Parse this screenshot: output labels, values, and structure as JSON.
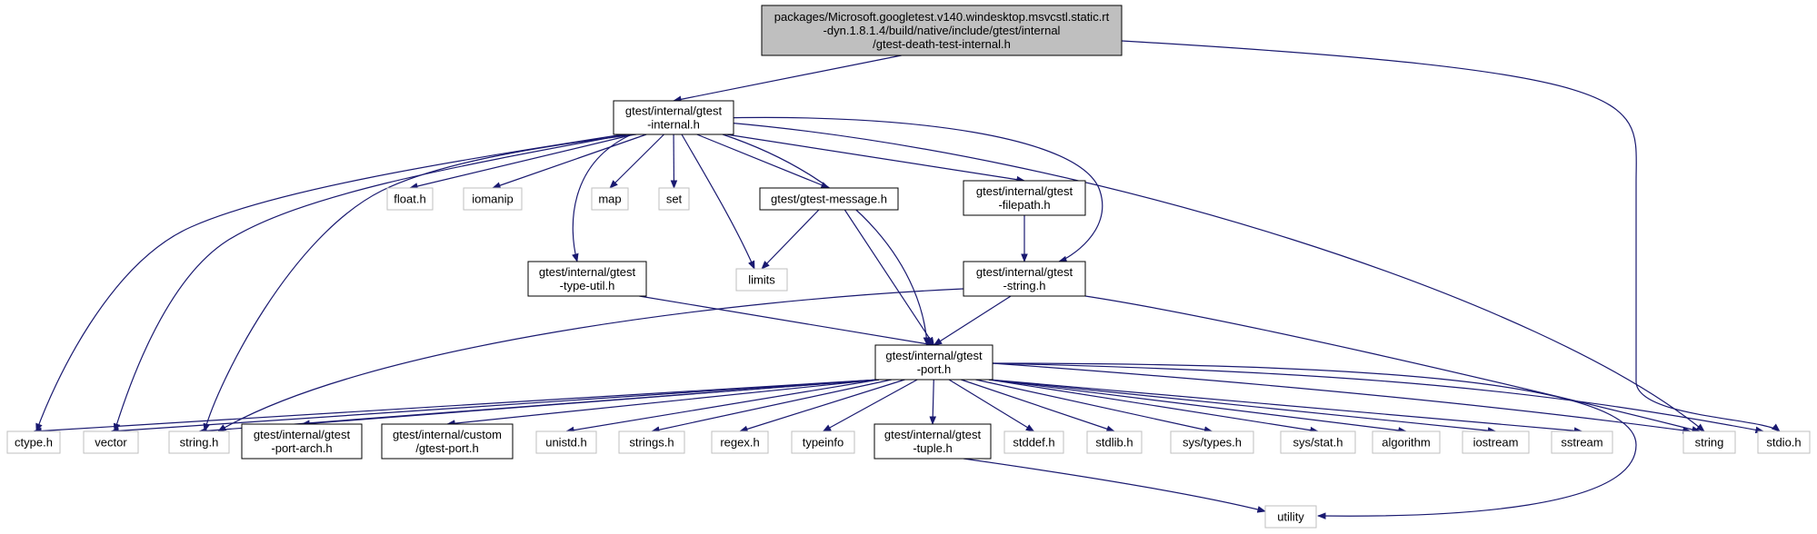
{
  "colors": {
    "root_fill": "#bfbfbf",
    "node_fill": "#ffffff",
    "node_border": "#000000",
    "external_border": "#bfbfbf",
    "edge": "#191970"
  },
  "nodes": {
    "root": {
      "lines": [
        "packages/Microsoft.googletest.v140.windesktop.msvcstl.static.rt",
        "-dyn.1.8.1.4/build/native/include/gtest/internal",
        "/gtest-death-test-internal.h"
      ],
      "kind": "root"
    },
    "internal": {
      "lines": [
        "gtest/internal/gtest",
        "-internal.h"
      ],
      "kind": "header"
    },
    "float": {
      "lines": [
        "float.h"
      ],
      "kind": "external"
    },
    "iomanip": {
      "lines": [
        "iomanip"
      ],
      "kind": "external"
    },
    "map": {
      "lines": [
        "map"
      ],
      "kind": "external"
    },
    "set": {
      "lines": [
        "set"
      ],
      "kind": "external"
    },
    "message": {
      "lines": [
        "gtest/gtest-message.h"
      ],
      "kind": "header"
    },
    "filepath": {
      "lines": [
        "gtest/internal/gtest",
        "-filepath.h"
      ],
      "kind": "header"
    },
    "limits": {
      "lines": [
        "limits"
      ],
      "kind": "external"
    },
    "typeutil": {
      "lines": [
        "gtest/internal/gtest",
        "-type-util.h"
      ],
      "kind": "header"
    },
    "gstring": {
      "lines": [
        "gtest/internal/gtest",
        "-string.h"
      ],
      "kind": "header"
    },
    "port": {
      "lines": [
        "gtest/internal/gtest",
        "-port.h"
      ],
      "kind": "header"
    },
    "ctype": {
      "lines": [
        "ctype.h"
      ],
      "kind": "external"
    },
    "vector": {
      "lines": [
        "vector"
      ],
      "kind": "external"
    },
    "stringh": {
      "lines": [
        "string.h"
      ],
      "kind": "external"
    },
    "portarch": {
      "lines": [
        "gtest/internal/gtest",
        "-port-arch.h"
      ],
      "kind": "header"
    },
    "custom": {
      "lines": [
        "gtest/internal/custom",
        "/gtest-port.h"
      ],
      "kind": "header"
    },
    "unistd": {
      "lines": [
        "unistd.h"
      ],
      "kind": "external"
    },
    "strings": {
      "lines": [
        "strings.h"
      ],
      "kind": "external"
    },
    "regex": {
      "lines": [
        "regex.h"
      ],
      "kind": "external"
    },
    "typeinfo": {
      "lines": [
        "typeinfo"
      ],
      "kind": "external"
    },
    "tuple": {
      "lines": [
        "gtest/internal/gtest",
        "-tuple.h"
      ],
      "kind": "header"
    },
    "stddef": {
      "lines": [
        "stddef.h"
      ],
      "kind": "external"
    },
    "stdlib": {
      "lines": [
        "stdlib.h"
      ],
      "kind": "external"
    },
    "systypes": {
      "lines": [
        "sys/types.h"
      ],
      "kind": "external"
    },
    "sysstat": {
      "lines": [
        "sys/stat.h"
      ],
      "kind": "external"
    },
    "algorithm": {
      "lines": [
        "algorithm"
      ],
      "kind": "external"
    },
    "iostream": {
      "lines": [
        "iostream"
      ],
      "kind": "external"
    },
    "sstream": {
      "lines": [
        "sstream"
      ],
      "kind": "external"
    },
    "string": {
      "lines": [
        "string"
      ],
      "kind": "external"
    },
    "stdio": {
      "lines": [
        "stdio.h"
      ],
      "kind": "external"
    },
    "utility": {
      "lines": [
        "utility"
      ],
      "kind": "external"
    }
  },
  "edges": [
    [
      "root",
      "internal"
    ],
    [
      "root",
      "stdio"
    ],
    [
      "internal",
      "float"
    ],
    [
      "internal",
      "iomanip"
    ],
    [
      "internal",
      "map"
    ],
    [
      "internal",
      "set"
    ],
    [
      "internal",
      "message"
    ],
    [
      "internal",
      "filepath"
    ],
    [
      "internal",
      "limits"
    ],
    [
      "internal",
      "typeutil"
    ],
    [
      "internal",
      "gstring"
    ],
    [
      "internal",
      "port"
    ],
    [
      "internal",
      "ctype"
    ],
    [
      "internal",
      "vector"
    ],
    [
      "internal",
      "stringh"
    ],
    [
      "internal",
      "string"
    ],
    [
      "message",
      "limits"
    ],
    [
      "message",
      "port"
    ],
    [
      "filepath",
      "gstring"
    ],
    [
      "typeutil",
      "port"
    ],
    [
      "gstring",
      "port"
    ],
    [
      "gstring",
      "stringh"
    ],
    [
      "gstring",
      "string"
    ],
    [
      "port",
      "ctype"
    ],
    [
      "port",
      "vector"
    ],
    [
      "port",
      "stringh"
    ],
    [
      "port",
      "portarch"
    ],
    [
      "port",
      "custom"
    ],
    [
      "port",
      "unistd"
    ],
    [
      "port",
      "strings"
    ],
    [
      "port",
      "regex"
    ],
    [
      "port",
      "typeinfo"
    ],
    [
      "port",
      "tuple"
    ],
    [
      "port",
      "stddef"
    ],
    [
      "port",
      "stdlib"
    ],
    [
      "port",
      "systypes"
    ],
    [
      "port",
      "sysstat"
    ],
    [
      "port",
      "algorithm"
    ],
    [
      "port",
      "iostream"
    ],
    [
      "port",
      "sstream"
    ],
    [
      "port",
      "string"
    ],
    [
      "port",
      "stdio"
    ],
    [
      "port",
      "utility"
    ],
    [
      "tuple",
      "utility"
    ]
  ]
}
